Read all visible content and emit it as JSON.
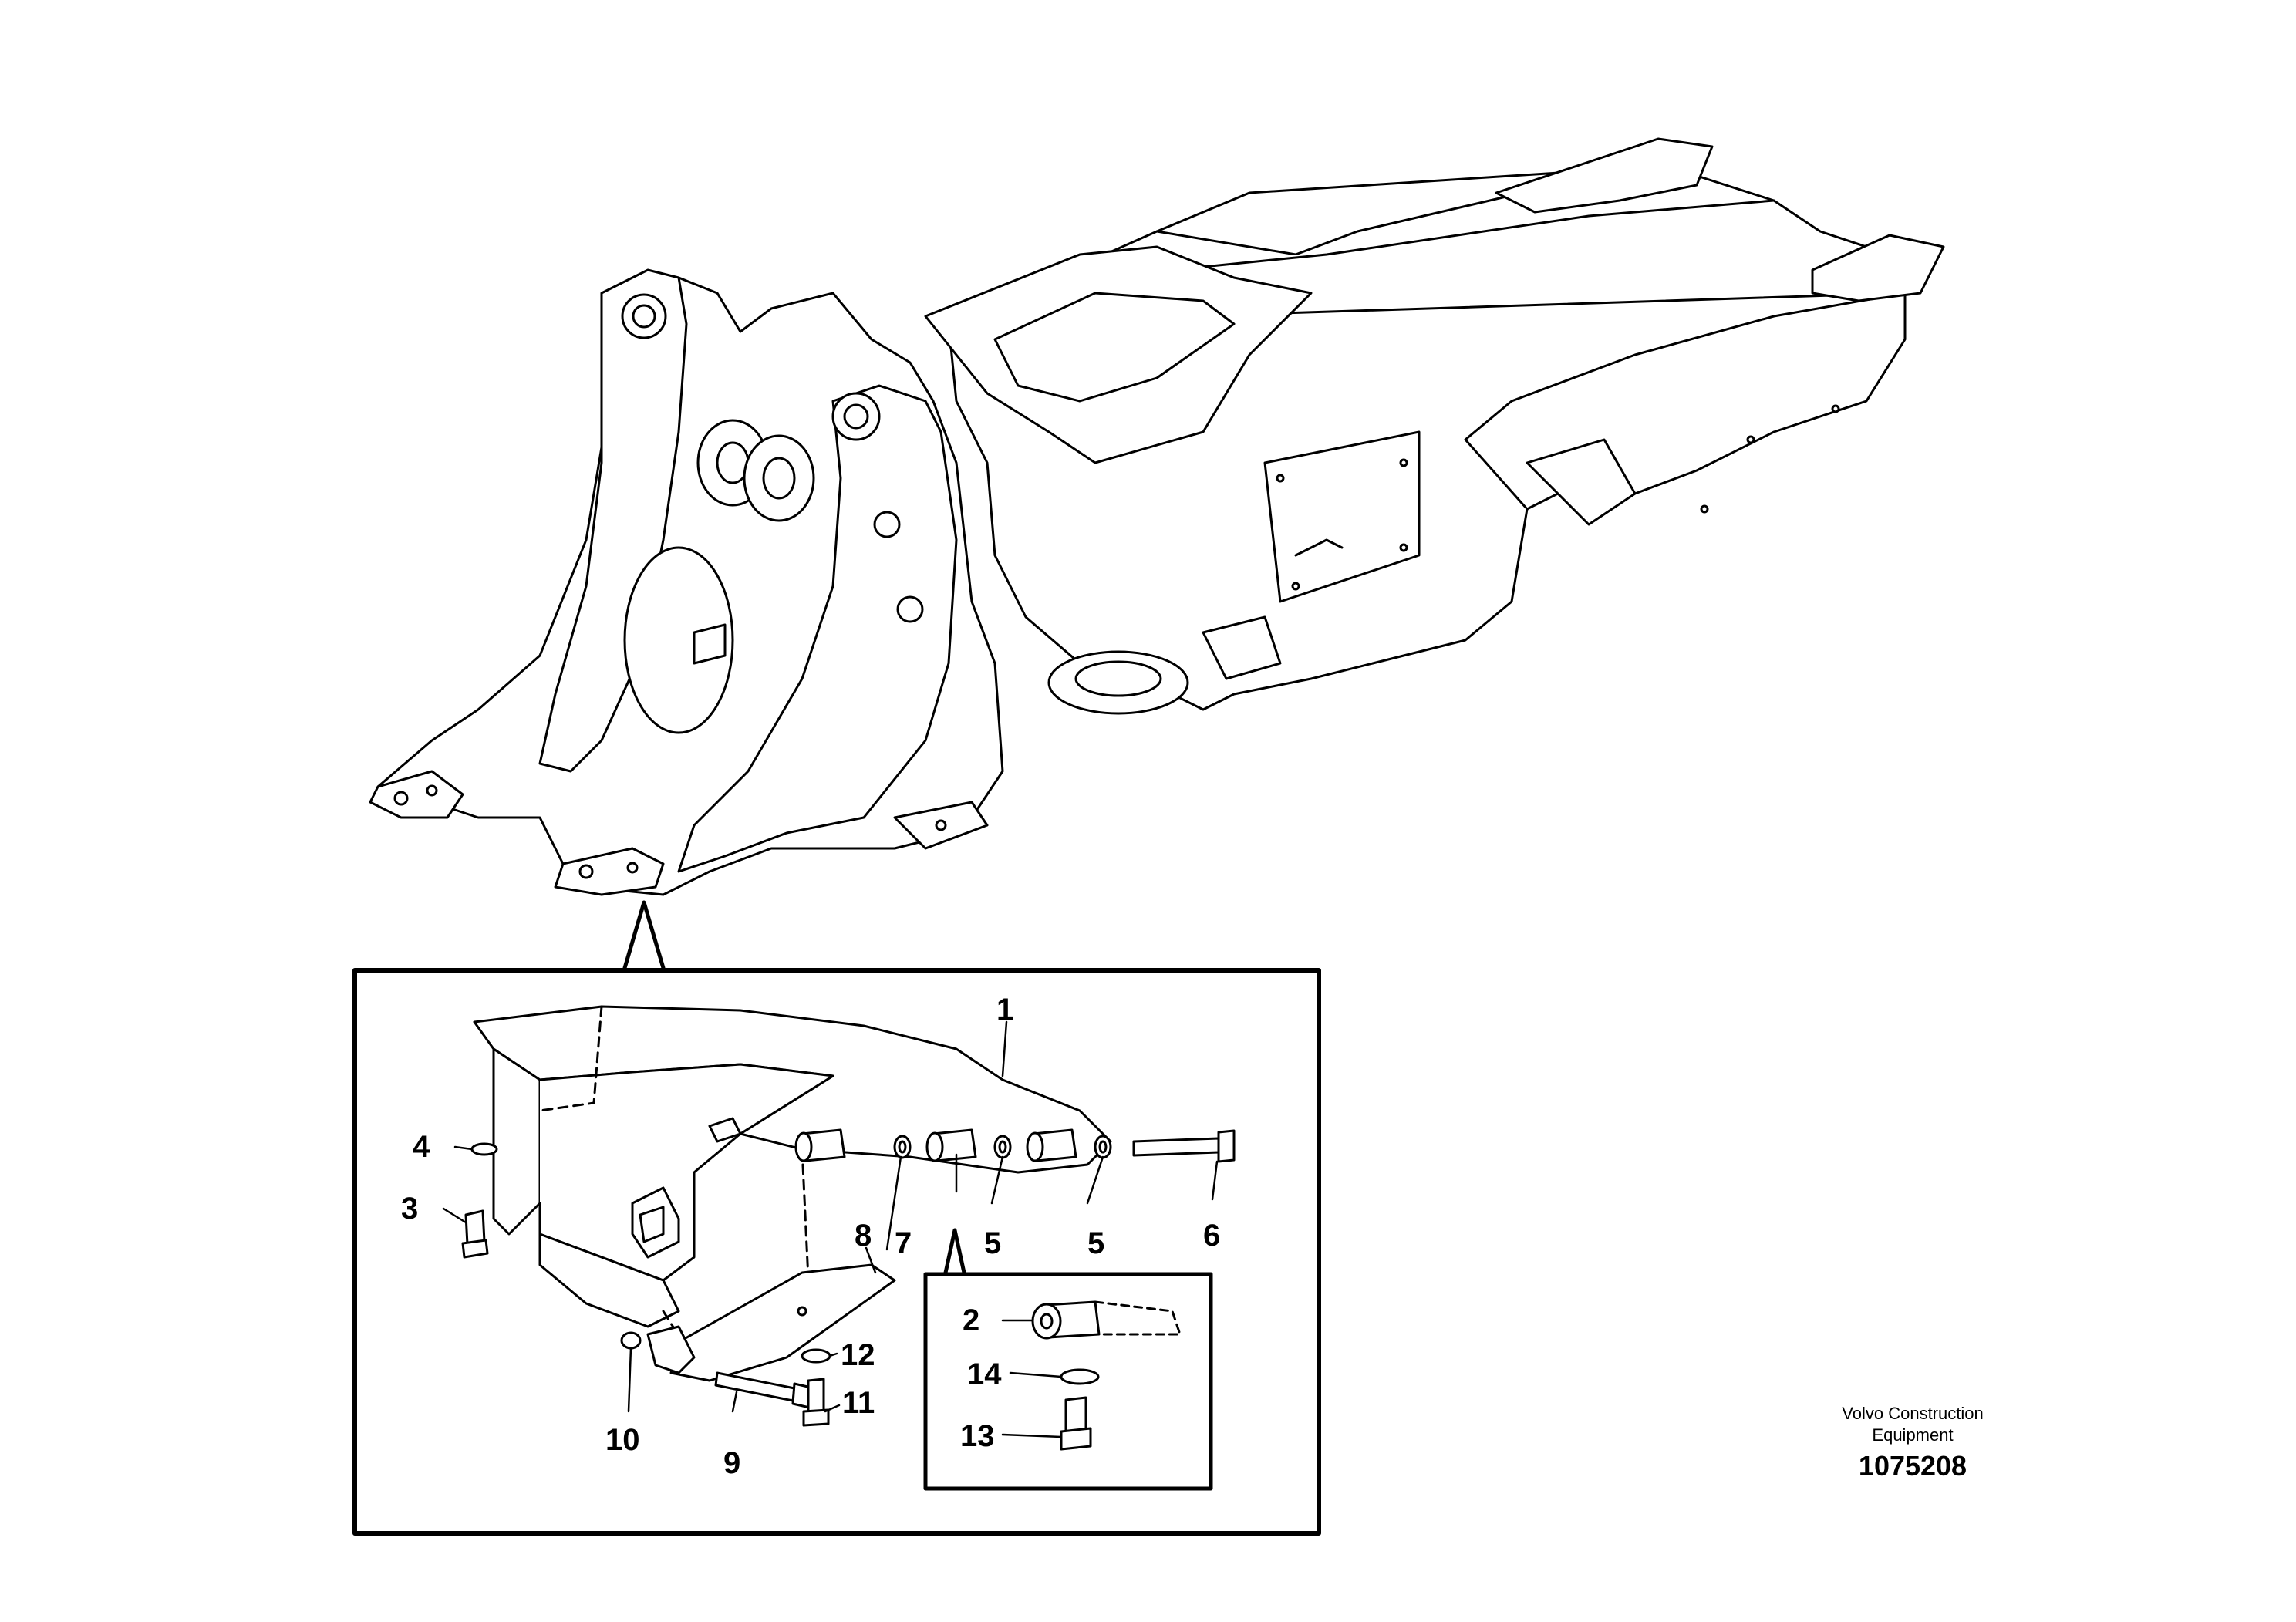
{
  "diagram": {
    "callouts": {
      "c1": "1",
      "c2": "2",
      "c3": "3",
      "c4": "4",
      "c5a": "5",
      "c5b": "5",
      "c6": "6",
      "c7": "7",
      "c8": "8",
      "c9": "9",
      "c10": "10",
      "c11": "11",
      "c12": "12",
      "c13": "13",
      "c14": "14"
    },
    "manufacturer_line1": "Volvo Construction",
    "manufacturer_line2": "Equipment",
    "illustration_number": "1075208"
  },
  "colors": {
    "line": "#000000",
    "background": "#ffffff"
  }
}
